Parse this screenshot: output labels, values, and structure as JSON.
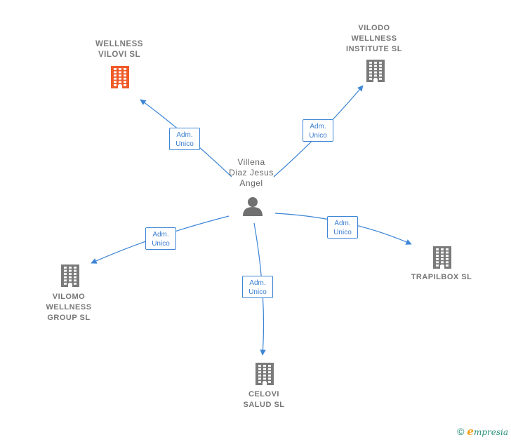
{
  "colors": {
    "edge": "#3d85d6",
    "building_default": "#7a7a7a",
    "building_highlight": "#f05a28",
    "person": "#707070"
  },
  "center": {
    "label": "Villena\nDiaz Jesus\nAngel",
    "icon": "person-icon"
  },
  "nodes": [
    {
      "id": "wellness-vilovi",
      "label": "WELLNESS\nVILOVI  SL",
      "icon": "building-icon",
      "highlight": true
    },
    {
      "id": "vilodo-wellness",
      "label": "VILODO\nWELLNESS\nINSTITUTE  SL",
      "icon": "building-icon",
      "highlight": false
    },
    {
      "id": "trapilbox",
      "label": "TRAPILBOX  SL",
      "icon": "building-icon",
      "highlight": false
    },
    {
      "id": "celovi-salud",
      "label": "CELOVI\nSALUD  SL",
      "icon": "building-icon",
      "highlight": false
    },
    {
      "id": "vilomo-wellness",
      "label": "VILOMO\nWELLNESS\nGROUP  SL",
      "icon": "building-icon",
      "highlight": false
    }
  ],
  "edges": [
    {
      "to": "wellness-vilovi",
      "line1": "Adm.",
      "line2": "Unico"
    },
    {
      "to": "vilodo-wellness",
      "line1": "Adm.",
      "line2": "Unico"
    },
    {
      "to": "trapilbox",
      "line1": "Adm.",
      "line2": "Unico"
    },
    {
      "to": "celovi-salud",
      "line1": "Adm.",
      "line2": "Unico"
    },
    {
      "to": "vilomo-wellness",
      "line1": "Adm.",
      "line2": "Unico"
    }
  ],
  "brand": {
    "copyright": "©",
    "initial": "e",
    "rest": "mpresia"
  }
}
